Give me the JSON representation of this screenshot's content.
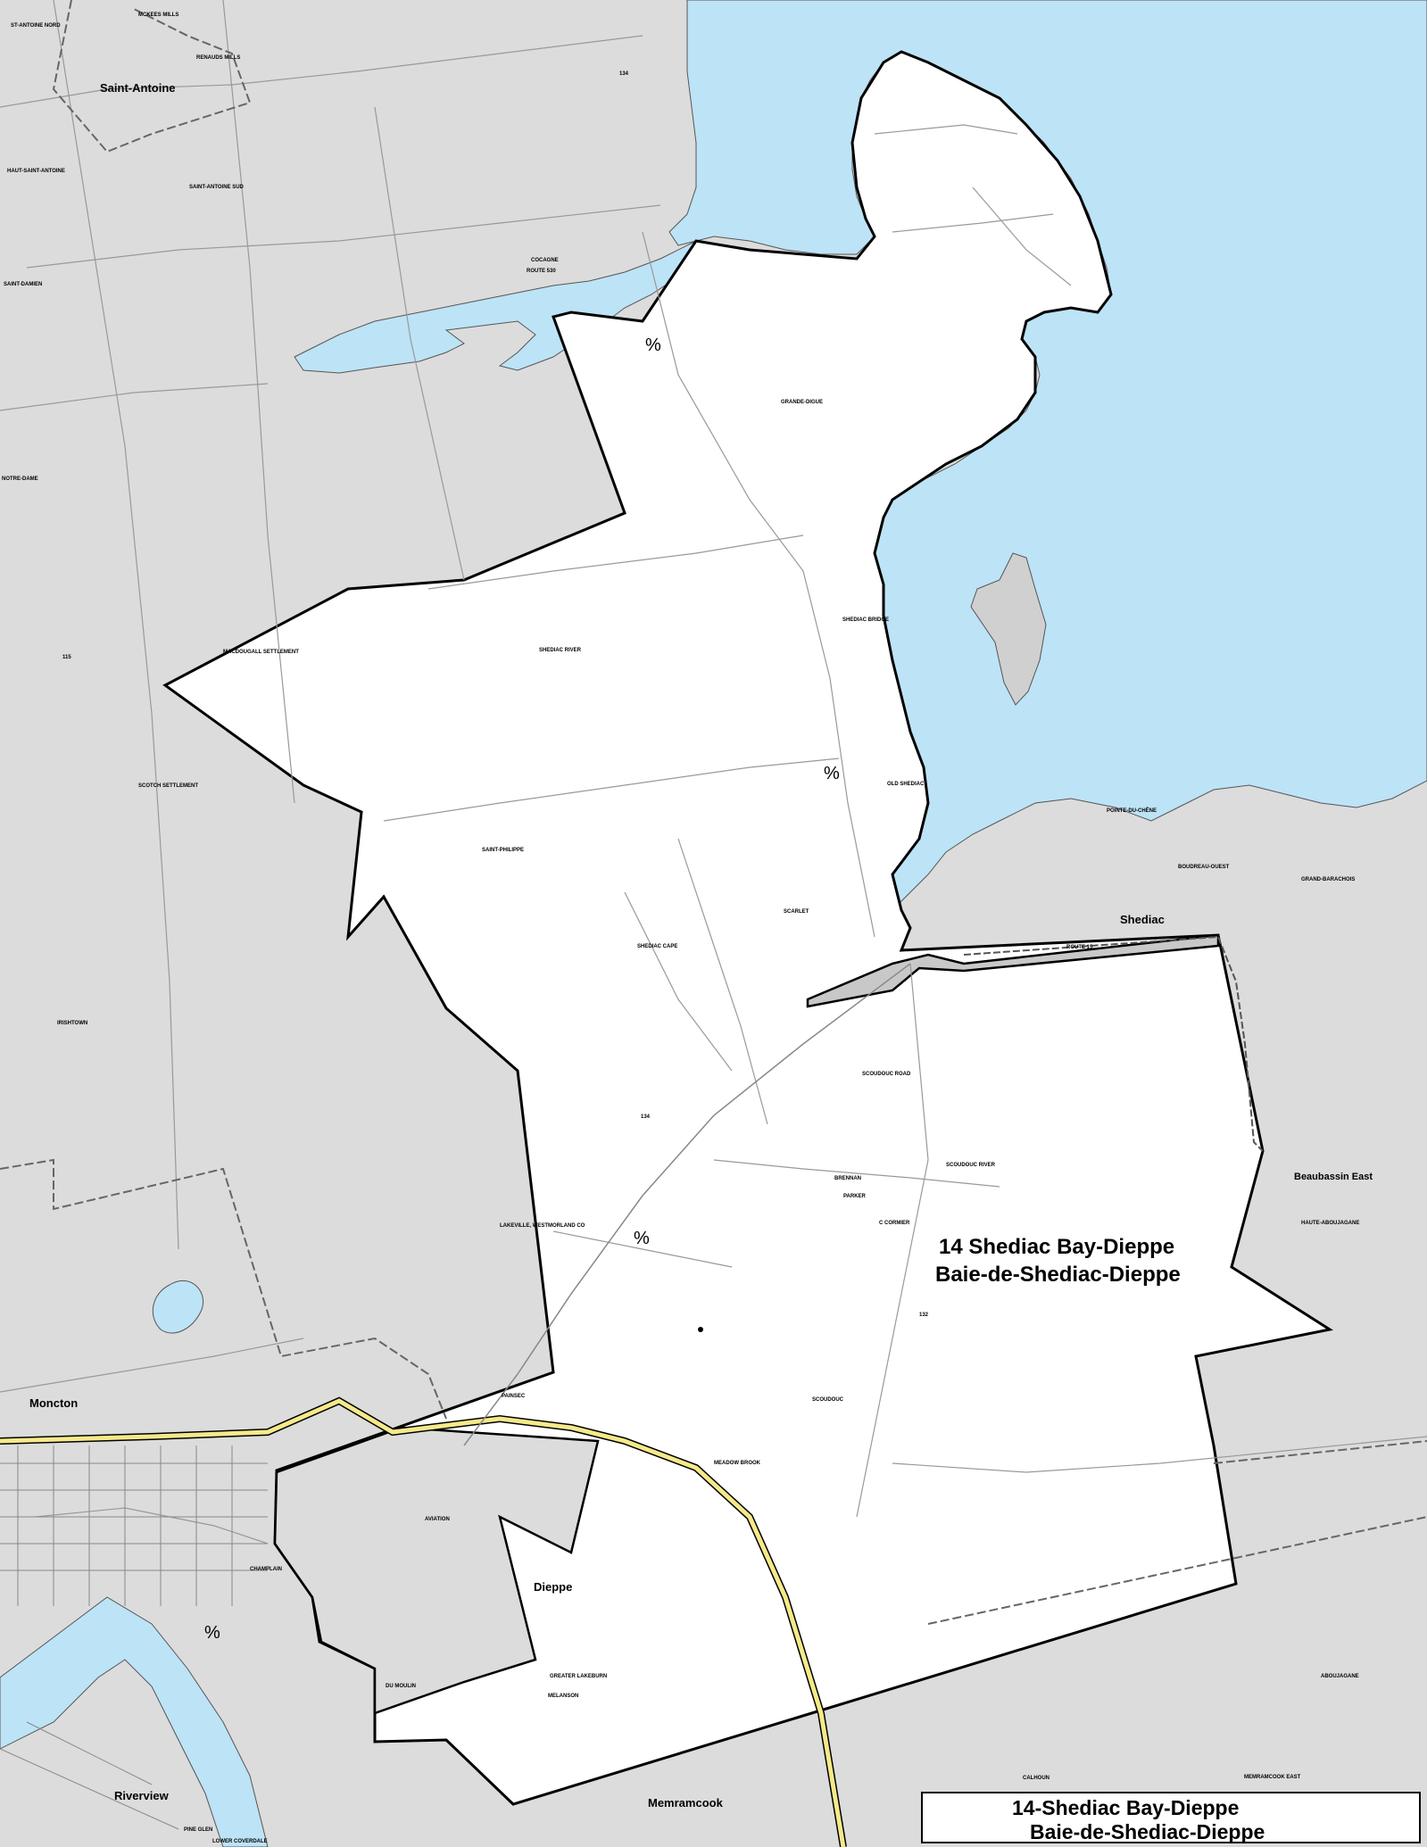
{
  "district": {
    "name_en": "14 Shediac Bay-Dieppe",
    "name_fr": "Baie-de-Shediac-Dieppe"
  },
  "legend": {
    "line1": "14-Shediac Bay-Dieppe",
    "line2": "Baie-de-Shediac-Dieppe"
  },
  "colors": {
    "water": "#bde3f6",
    "outside_land": "#dcdcdc",
    "district_land": "#ffffff",
    "highway": "#f5e98a",
    "boundary": "#000000"
  },
  "municipalities": {
    "saint_antoine": "Saint-Antoine",
    "shediac": "Shediac",
    "moncton": "Moncton",
    "riverview": "Riverview",
    "dieppe": "Dieppe",
    "memramcook": "Memramcook",
    "beaubassin_east": "Beaubassin East"
  },
  "places": {
    "st_antoine_nord": "ST-ANTOINE NORD",
    "mckees_mills": "MCKEES MILLS",
    "renauds_mills": "RENAUDS MILLS",
    "haut_saint_antoine": "HAUT-SAINT-ANTOINE",
    "saint_antoine_sud": "SAINT-ANTOINE SUD",
    "cocagne": "COCAGNE",
    "saint_damien": "SAINT-DAMIEN",
    "notre_dame": "NOTRE-DAME",
    "grande_digue": "GRANDE-DIGUE",
    "mcdougall_settlement": "MACDOUGALL SETTLEMENT",
    "shediac_river": "SHEDIAC RIVER",
    "shediac_bridge": "SHEDIAC BRIDGE",
    "scotch_settlement": "SCOTCH SETTLEMENT",
    "saint_philippe": "SAINT-PHILIPPE",
    "shediac_cape": "SHEDIAC CAPE",
    "pointe_du_chene": "POINTE-DU-CHÊNE",
    "boudreau_ouest": "BOUDREAU-OUEST",
    "grand_barachois": "GRAND-BARACHOIS",
    "irishtown": "IRISHTOWN",
    "scoudouc_road": "SCOUDOUC ROAD",
    "lakeville": "LAKEVILLE, WESTMORLAND CO",
    "haute_aboujagane": "HAUTE-ABOUJAGANE",
    "scoudouc": "SCOUDOUC",
    "meadow_brook": "MEADOW BROOK",
    "painsec": "PAINSEC",
    "greater_lakeburn": "GREATER LAKEBURN",
    "aboujagane": "ABOUJAGANE",
    "calhoun": "CALHOUN",
    "memramcook_east": "MEMRAMCOOK EAST",
    "lower_coverdale": "LOWER COVERDALE",
    "pine_glen": "PINE GLEN"
  },
  "roads": {
    "route_134a": "134",
    "route_134b": "134",
    "route_115": "115",
    "route_132": "132",
    "route_15": "ROUTE 15",
    "route_530": "ROUTE 530",
    "scoudouc_river": "SCOUDOUC RIVER",
    "c_cormier": "C CORMIER",
    "parker": "PARKER",
    "brennan": "BRENNAN",
    "scarlet": "SCARLET",
    "aviation": "AVIATION",
    "melanson": "MELANSON",
    "du_moulin": "DU MOULIN",
    "champlain": "CHAMPLAIN",
    "old_shediac": "OLD SHEDIAC"
  },
  "markers": {
    "pct": "%"
  }
}
